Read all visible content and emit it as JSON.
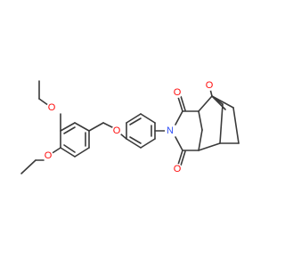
{
  "molecule": {
    "atoms": [
      {
        "symbol": "O",
        "color": "#ff0d0d"
      },
      {
        "symbol": "O",
        "color": "#ff0d0d"
      },
      {
        "symbol": "O",
        "color": "#ff0d0d"
      },
      {
        "symbol": "O",
        "color": "#ff0d0d"
      },
      {
        "symbol": "O",
        "color": "#ff0d0d"
      },
      {
        "symbol": "O",
        "color": "#ff0d0d"
      },
      {
        "symbol": "N",
        "color": "#3050f8"
      }
    ]
  }
}
